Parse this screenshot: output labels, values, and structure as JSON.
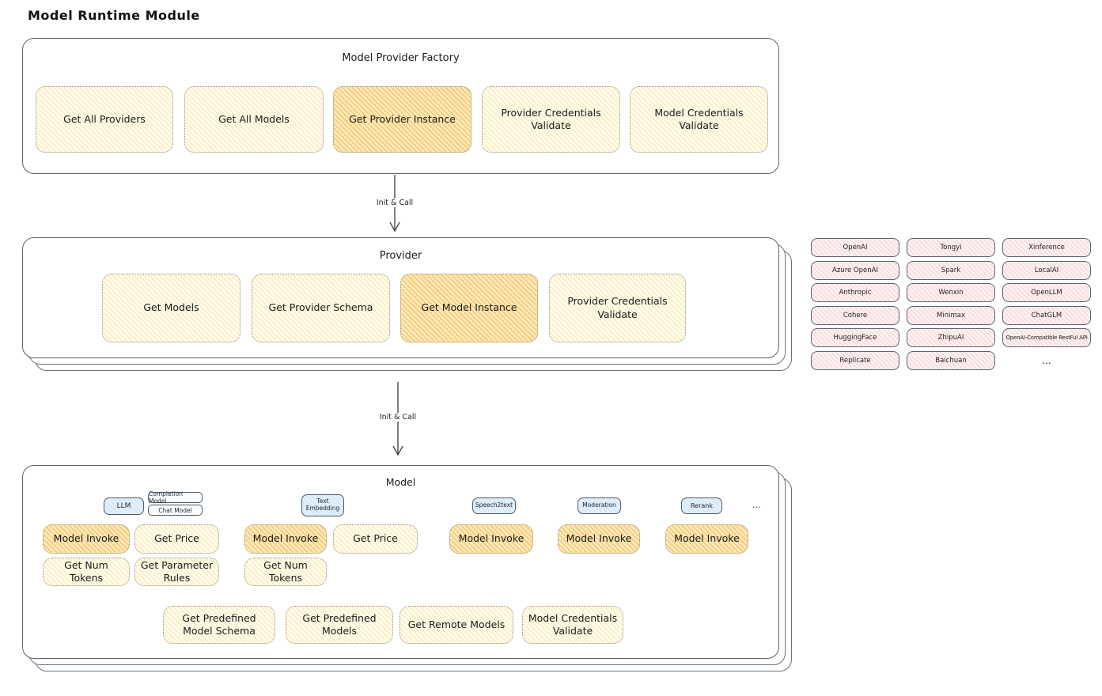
{
  "page_title": "Model Runtime Module",
  "colors": {
    "node_fill": "#fffbe9",
    "node_hatch": "#faeecb",
    "node_highlight_fill": "#fce9bb",
    "node_highlight_hatch": "#f5cd7f",
    "provider_fill": "#fdf1f1",
    "provider_hatch": "#f8dada",
    "tag_fill": "#dcebf8",
    "border": "#5b6470"
  },
  "factory": {
    "title": "Model Provider Factory",
    "items": [
      {
        "label": "Get All Providers",
        "highlight": false
      },
      {
        "label": "Get All Models",
        "highlight": false
      },
      {
        "label": "Get Provider Instance",
        "highlight": true
      },
      {
        "label": "Provider Credentials Validate",
        "highlight": false
      },
      {
        "label": "Model Credentials Validate",
        "highlight": false
      }
    ]
  },
  "arrows": {
    "init_call_1": "Init & Call",
    "init_call_2": "Init & Call"
  },
  "provider": {
    "title": "Provider",
    "items": [
      {
        "label": "Get Models",
        "highlight": false
      },
      {
        "label": "Get Provider Schema",
        "highlight": false
      },
      {
        "label": "Get Model Instance",
        "highlight": true
      },
      {
        "label": "Provider Credentials Validate",
        "highlight": false
      }
    ]
  },
  "providers_grid": {
    "items": [
      "OpenAI",
      "Tongyi",
      "Xinference",
      "Azure OpenAI",
      "Spark",
      "LocalAI",
      "Anthropic",
      "Wenxin",
      "OpenLLM",
      "Cohere",
      "Minimax",
      "ChatGLM",
      "HuggingFace",
      "ZhipuAI",
      "OpenAI-Compatible RestFul API",
      "Replicate",
      "Baichuan",
      "..."
    ]
  },
  "model": {
    "title": "Model",
    "tags": {
      "llm": "LLM",
      "completion_model": "Completion Model",
      "chat_model": "Chat Model",
      "text_embedding": "Text Embedding",
      "speech2text": "Speech2text",
      "moderation": "Moderation",
      "rerank": "Rerank",
      "more": "..."
    },
    "row1": [
      {
        "label": "Model Invoke",
        "highlight": true
      },
      {
        "label": "Get Price",
        "highlight": false
      },
      {
        "label": "Model Invoke",
        "highlight": true
      },
      {
        "label": "Get Price",
        "highlight": false
      },
      {
        "label": "Model Invoke",
        "highlight": true
      },
      {
        "label": "Model Invoke",
        "highlight": true
      },
      {
        "label": "Model Invoke",
        "highlight": true
      }
    ],
    "row2": [
      {
        "label": "Get Num Tokens"
      },
      {
        "label": "Get Parameter Rules"
      },
      {
        "label": "Get Num Tokens"
      }
    ],
    "row3": [
      {
        "label": "Get Predefined Model Schema"
      },
      {
        "label": "Get Predefined Models"
      },
      {
        "label": "Get Remote Models"
      },
      {
        "label": "Model Credentials Validate"
      }
    ]
  }
}
